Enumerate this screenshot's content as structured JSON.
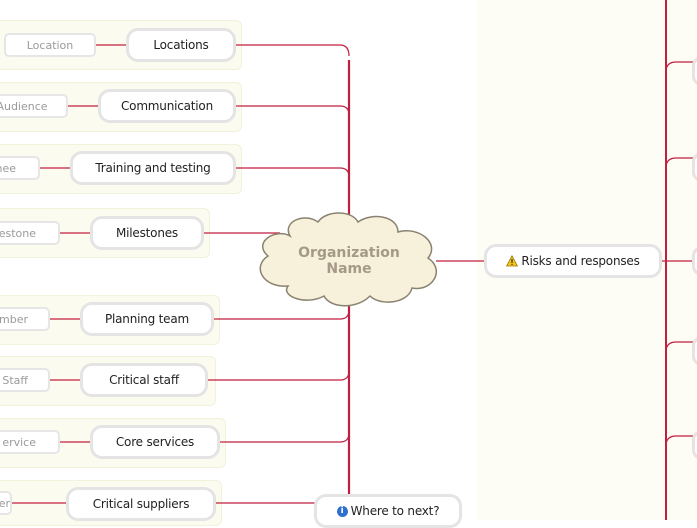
{
  "central_topic": {
    "line1": "Organization",
    "line2": "Name"
  },
  "branches": [
    {
      "label": "Locations",
      "leaf": "Location"
    },
    {
      "label": "Communication",
      "leaf": "Audience"
    },
    {
      "label": "Training and testing",
      "leaf": "nee"
    },
    {
      "label": "Milestones",
      "leaf": "lestone"
    },
    {
      "label": "Planning team",
      "leaf": "mber"
    },
    {
      "label": "Critical staff",
      "leaf": "Staff"
    },
    {
      "label": "Core services",
      "leaf": "ervice"
    },
    {
      "label": "Critical suppliers",
      "leaf": "er"
    }
  ],
  "where_next": {
    "label": "Where to next?",
    "icon": "info-icon"
  },
  "risks": {
    "label": "Risks and responses",
    "icon": "warning-icon"
  },
  "colors": {
    "connector": "#c21f3f",
    "central_fill": "#f7f1dc",
    "central_stroke": "#8a8270",
    "node_border": "#e4e4e4",
    "group_bg": "#fbfbef"
  }
}
